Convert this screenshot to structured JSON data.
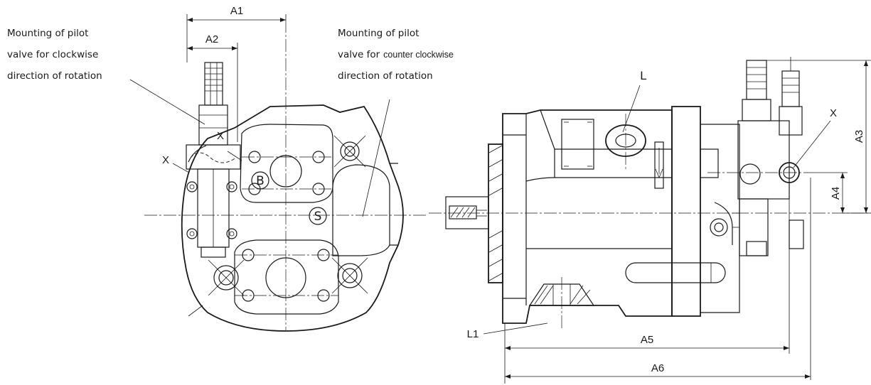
{
  "notes": {
    "cw_line1": "Mounting of pilot",
    "cw_line2": "valve for clockwise",
    "cw_line3": "direction of rotation",
    "ccw_line1": "Mounting of pilot",
    "ccw_line2a": "valve for",
    "ccw_line2b": "counter clockwise",
    "ccw_line3": "direction of rotation"
  },
  "dimensions": {
    "a1": "A1",
    "a2": "A2",
    "a3": "A3",
    "a4": "A4",
    "a5": "A5",
    "a6": "A6"
  },
  "labels": {
    "x_front_left": "X",
    "x_front_right": "X",
    "port_b": "B",
    "port_s": "S",
    "port_l": "L",
    "port_l1": "L1",
    "x_side": "X"
  },
  "colors": {
    "line": "#1a1a1a",
    "background": "#ffffff"
  }
}
